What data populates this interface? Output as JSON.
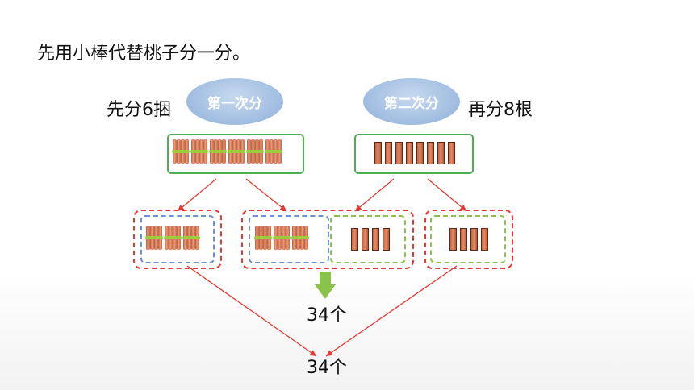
{
  "title": "先用小棒代替桃子分一分。",
  "left_label": "先分6捆",
  "right_label": "再分8根",
  "stage1_label": "第一次分",
  "stage2_label": "第二次分",
  "bundles_total": 6,
  "sticks_total": 8,
  "group_a": {
    "bundles": 3
  },
  "group_b": {
    "bundles": 3,
    "sticks": 4
  },
  "group_c": {
    "sticks": 4
  },
  "result_middle": "34个",
  "result_bottom": "34个",
  "colors": {
    "green_box": "#4caf50",
    "red_dash": "#e53935",
    "blue_dash": "#6c8fd6",
    "green_dash": "#8bc34a",
    "ellipse": "#9fbce0",
    "arrow_green": "#8bc34a"
  }
}
